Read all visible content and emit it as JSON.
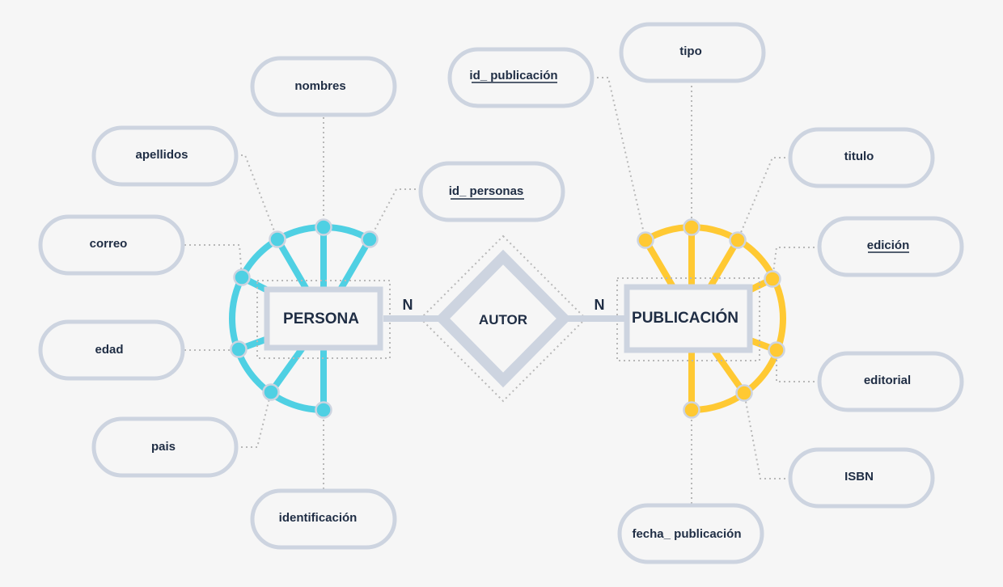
{
  "colors": {
    "background": "#f6f6f6",
    "persona_accent": "#4fd0e3",
    "publicacion_accent": "#ffc933",
    "frame": "#cdd4e0",
    "text": "#1f2d44",
    "connector": "#b8b8b8"
  },
  "relationship": {
    "label": "AUTOR"
  },
  "cardinality": {
    "left": "N",
    "right": "N"
  },
  "entities": {
    "persona": {
      "label": "PERSONA"
    },
    "publicacion": {
      "label": "PUBLICACIÓN"
    }
  },
  "persona_attributes": [
    {
      "label": "nombres",
      "key": false
    },
    {
      "label": "apellidos",
      "key": false
    },
    {
      "label": "id_ personas",
      "key": true
    },
    {
      "label": "correo",
      "key": false
    },
    {
      "label": "edad",
      "key": false
    },
    {
      "label": "pais",
      "key": false
    },
    {
      "label": "identificación",
      "key": false
    }
  ],
  "publicacion_attributes": [
    {
      "label": "id_ publicación",
      "key": true
    },
    {
      "label": "tipo",
      "key": false
    },
    {
      "label": "titulo",
      "key": false
    },
    {
      "label": "edición",
      "key": true
    },
    {
      "label": "editorial",
      "key": false
    },
    {
      "label": "ISBN",
      "key": false
    },
    {
      "label": "fecha_ publicación",
      "key": false
    }
  ]
}
